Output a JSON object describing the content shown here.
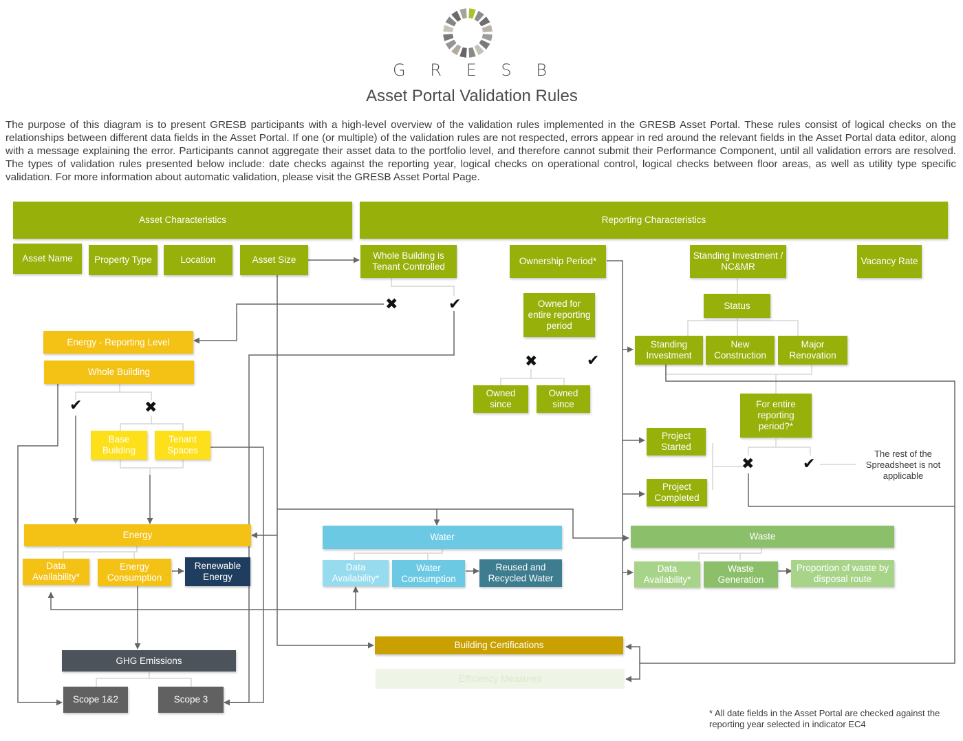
{
  "header": {
    "brand": "G R E S B",
    "title": "Asset Portal Validation Rules",
    "intro": "The purpose of this diagram is to present GRESB participants with a high-level overview of the validation rules implemented in the GRESB Asset Portal. These rules consist of logical checks on the relationships between different data fields in the Asset Portal. If one (or multiple) of the validation rules are not respected, errors appear in red around the relevant fields in the Asset Portal data editor, along with a message explaining the error. Participants cannot aggregate their asset data to the portfolio level, and therefore cannot submit their Performance Component, until all validation errors are resolved. The types of validation rules presented below include: date checks against the reporting year, logical checks on operational control, logical checks between floor areas, as well as utility type specific validation. For more information about automatic validation, please visit the GRESB Asset Portal Page."
  },
  "colors": {
    "olive": "#97b00a",
    "amber": "#f4c214",
    "yellow": "#fde01a",
    "water": "#6cc9e4",
    "waste": "#8cbf6a",
    "certifications": "#c9a000",
    "ghg": "#4d535a",
    "renewable": "#1f3d5e"
  },
  "asset": {
    "header": "Asset Characteristics",
    "name": "Asset Name",
    "property_type": "Property Type",
    "location": "Location",
    "size": "Asset Size"
  },
  "reporting": {
    "header": "Reporting Characteristics",
    "tenant_controlled": "Whole Building is Tenant Controlled",
    "ownership_period": "Ownership Period*",
    "standing": "Standing Investment / NC&MR",
    "vacancy": "Vacancy Rate",
    "owned_entire": "Owned for entire reporting period",
    "owned_since_1": "Owned since",
    "owned_since_2": "Owned since",
    "status": "Status",
    "standing_investment": "Standing Investment",
    "new_construction": "New Construction",
    "major_renovation": "Major Renovation",
    "entire_period": "For entire reporting period?*",
    "project_started": "Project Started",
    "project_completed": "Project Completed",
    "rest_note": "The rest of the Spreadsheet is not applicable"
  },
  "energy": {
    "reporting_level": "Energy - Reporting Level",
    "whole_building": "Whole Building",
    "base_building": "Base Building",
    "tenant_spaces": "Tenant Spaces",
    "energy": "Energy",
    "data_availability": "Data Availability*",
    "consumption": "Energy Consumption",
    "renewable": "Renewable Energy"
  },
  "water": {
    "water": "Water",
    "data_availability": "Data Availability*",
    "consumption": "Water Consumption",
    "reused": "Reused and Recycled Water"
  },
  "waste": {
    "waste": "Waste",
    "data_availability": "Data Availability*",
    "generation": "Waste Generation",
    "proportion": "Proportion of waste by disposal route"
  },
  "ghg": {
    "emissions": "GHG Emissions",
    "scope12": "Scope 1&2",
    "scope3": "Scope 3"
  },
  "other": {
    "certifications": "Building Certifications",
    "efficiency": "Efficiency Measures"
  },
  "marks": {
    "yes": "✔",
    "no": "✖"
  },
  "footnote": "* All date fields in the Asset Portal are checked against the reporting year selected in indicator EC4"
}
